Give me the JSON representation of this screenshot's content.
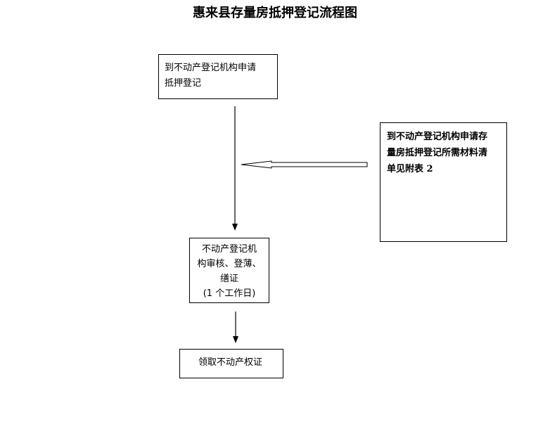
{
  "title": "惠来县存量房抵押登记流程图",
  "nodes": {
    "apply": {
      "lines": [
        "到不动产登记机构申请",
        "抵押登记"
      ]
    },
    "materials_note": {
      "lines": [
        "到不动产登记机构申请存",
        "量房抵押登记所需材料清",
        "单见附表 2"
      ]
    },
    "review": {
      "lines": [
        "不动产登记机",
        "构审核、登薄、",
        "缮证",
        "(1 个工作日)"
      ]
    },
    "receive": {
      "lines": [
        "领取不动产权证"
      ]
    }
  }
}
